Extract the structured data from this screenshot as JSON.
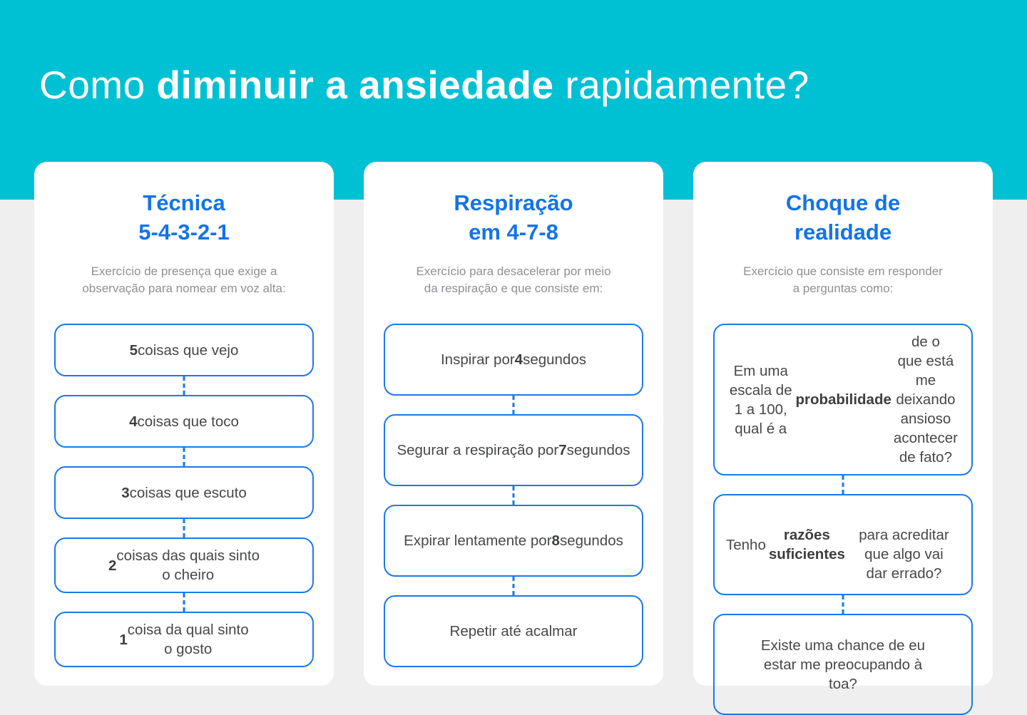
{
  "header": {
    "title_prefix": "Como ",
    "title_bold": "diminuir a ansiedade",
    "title_suffix": " rapidamente?"
  },
  "colors": {
    "banner_teal": "#00c1d4",
    "page_background": "#efefef",
    "card_background": "#ffffff",
    "heading_blue": "#1473e8",
    "box_border_blue": "#1c79e6",
    "body_text": "#47484a",
    "muted_text": "#8f9094"
  },
  "cards": [
    {
      "title_line1": "Técnica",
      "title_line2": "5-4-3-2-1",
      "description": "Exercício de presença que exige a\nobservação para nomear em voz alta:",
      "boxes": [
        [
          {
            "b": true,
            "t": "5"
          },
          {
            "t": " coisas que vejo"
          }
        ],
        [
          {
            "b": true,
            "t": "4"
          },
          {
            "t": " coisas que toco"
          }
        ],
        [
          {
            "b": true,
            "t": "3"
          },
          {
            "t": " coisas que escuto"
          }
        ],
        [
          {
            "b": true,
            "t": "2"
          },
          {
            "t": " coisas das quais sinto\no cheiro"
          }
        ],
        [
          {
            "b": true,
            "t": "1"
          },
          {
            "t": " coisa da qual sinto\no gosto"
          }
        ]
      ]
    },
    {
      "title_line1": "Respiração",
      "title_line2": "em 4-7-8",
      "description": "Exercício para desacelerar por meio\nda respiração e que consiste em:",
      "boxes": [
        [
          {
            "t": "Inspirar por "
          },
          {
            "b": true,
            "t": "4"
          },
          {
            "t": " segundos"
          }
        ],
        [
          {
            "t": "Segurar a respiração por\n"
          },
          {
            "b": true,
            "t": "7"
          },
          {
            "t": " segundos"
          }
        ],
        [
          {
            "t": "Expirar lentamente por\n"
          },
          {
            "b": true,
            "t": "8"
          },
          {
            "t": " segundos"
          }
        ],
        [
          {
            "t": "Repetir até acalmar"
          }
        ]
      ]
    },
    {
      "title_line1": "Choque de",
      "title_line2": "realidade",
      "description": "Exercício que consiste em responder\na perguntas como:",
      "boxes": [
        [
          {
            "t": "Em uma escala de 1 a 100,\nqual é a "
          },
          {
            "b": true,
            "t": "probabilidade"
          },
          {
            "t": " de o\nque está me deixando\nansioso acontecer de fato?"
          }
        ],
        [
          {
            "t": "Tenho "
          },
          {
            "b": true,
            "t": "razões suficientes"
          },
          {
            "t": "\npara acreditar que algo vai\ndar errado?"
          }
        ],
        [
          {
            "t": "Existe uma chance de eu\nestar me preocupando à\ntoa?"
          }
        ]
      ]
    }
  ]
}
